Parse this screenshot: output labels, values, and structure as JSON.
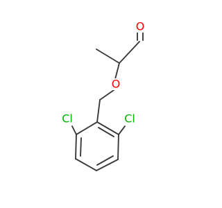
{
  "molecule": {
    "atoms": [
      {
        "id": "O1",
        "label": "O",
        "color": "#ff0000"
      },
      {
        "id": "O2",
        "label": "O",
        "color": "#ff0000"
      },
      {
        "id": "Cl1",
        "label": "Cl",
        "color": "#00b400"
      },
      {
        "id": "Cl2",
        "label": "Cl",
        "color": "#00b400"
      }
    ],
    "bond_color": "#3a3a3a"
  }
}
